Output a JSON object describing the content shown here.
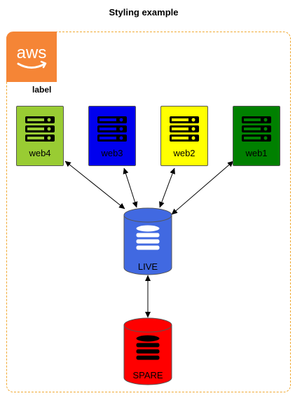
{
  "diagram": {
    "title": "Styling example",
    "group": {
      "label": "label",
      "logo_text": "aws",
      "border_color": "#f0a830",
      "logo_color": "#f58536"
    },
    "servers": [
      {
        "id": "web4",
        "label": "web4",
        "color": "#99cc33"
      },
      {
        "id": "web3",
        "label": "web3",
        "color": "#0000ee"
      },
      {
        "id": "web2",
        "label": "web2",
        "color": "#ffff00"
      },
      {
        "id": "web1",
        "label": "web1",
        "color": "#008000"
      }
    ],
    "databases": [
      {
        "id": "live",
        "label": "LIVE",
        "color": "#4169e1",
        "icon_color": "#ffffff"
      },
      {
        "id": "spare",
        "label": "SPARE",
        "color": "#ff0000",
        "icon_color": "#000000"
      }
    ],
    "edges": [
      {
        "from": "live",
        "to": "web4",
        "direction": "both"
      },
      {
        "from": "live",
        "to": "web3",
        "direction": "both"
      },
      {
        "from": "live",
        "to": "web2",
        "direction": "both"
      },
      {
        "from": "live",
        "to": "web1",
        "direction": "both"
      },
      {
        "from": "live",
        "to": "spare",
        "direction": "both"
      }
    ]
  }
}
